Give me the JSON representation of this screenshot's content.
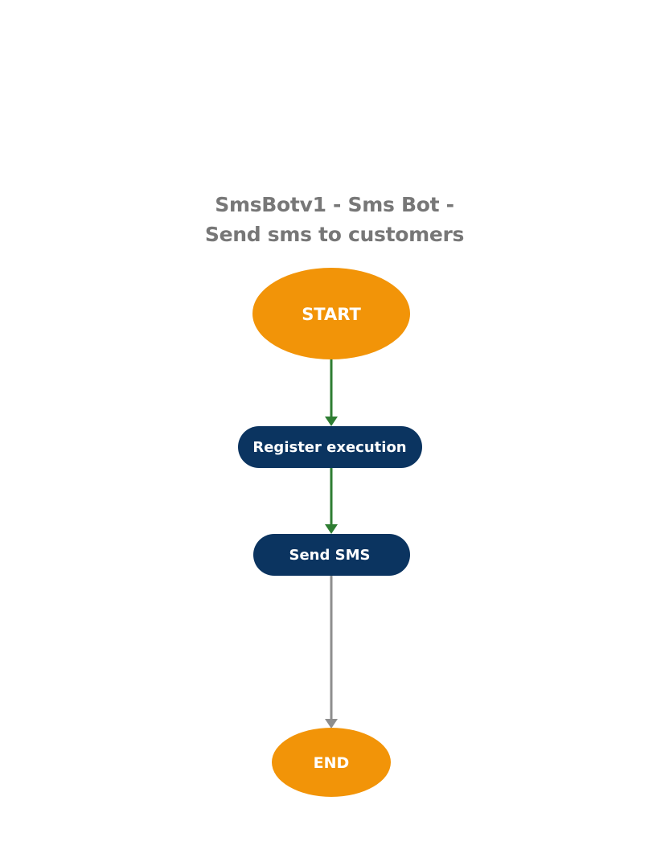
{
  "diagram": {
    "title_line1": "SmsBotv1 - Sms Bot -",
    "title_line2": "Send sms to customers",
    "nodes": {
      "start": {
        "label": "START",
        "shape": "ellipse"
      },
      "register_execution": {
        "label": "Register execution",
        "shape": "rounded-rect"
      },
      "send_sms": {
        "label": "Send SMS",
        "shape": "rounded-rect"
      },
      "end": {
        "label": "END",
        "shape": "ellipse"
      }
    },
    "edges": [
      {
        "from": "START",
        "to": "Register execution"
      },
      {
        "from": "Register execution",
        "to": "Send SMS"
      },
      {
        "from": "Send SMS",
        "to": "END"
      }
    ],
    "colors": {
      "terminal_fill": "#F29408",
      "step_fill": "#0B3460",
      "success_arrow": "#2E7D32",
      "default_arrow": "#8E8E8E",
      "title_text": "#777777"
    }
  }
}
